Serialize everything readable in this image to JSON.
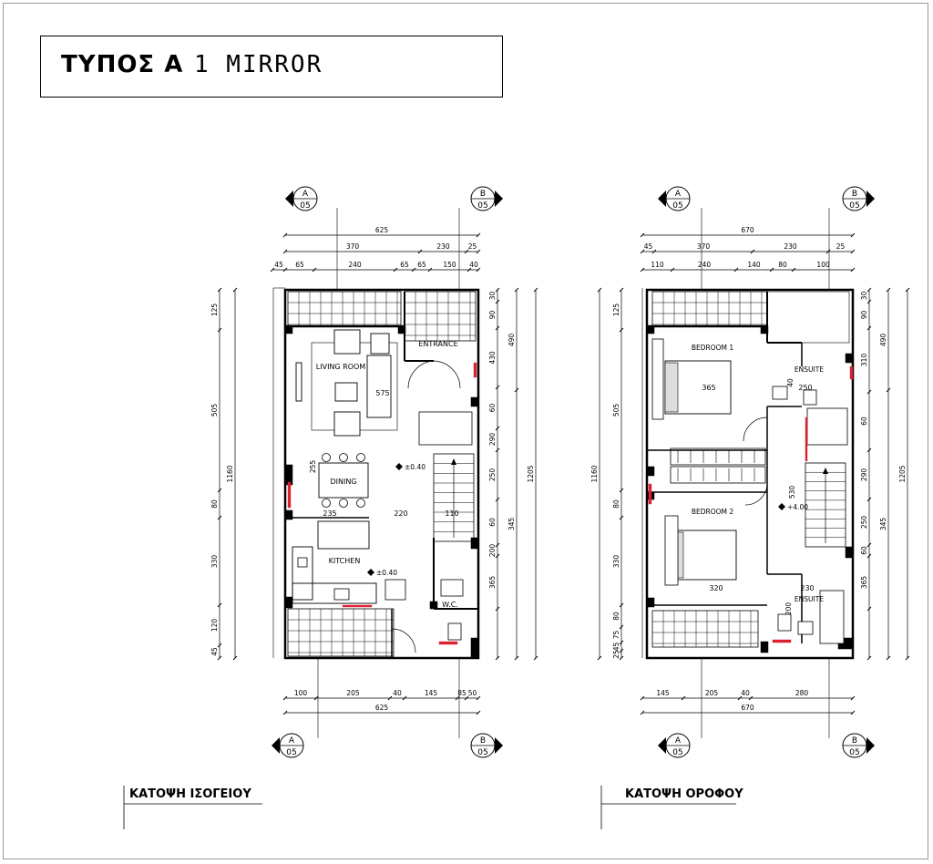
{
  "title": {
    "main": "ΤΥΠΟΣ Α",
    "sub": "1 MIRROR"
  },
  "captions": {
    "ground": "ΚΑΤΟΨΗ ΙΣΟΓΕΙΟΥ",
    "upper": "ΚΑΤΟΨΗ ΟΡΟΦΟΥ"
  },
  "section_markers": {
    "a_letter": "A",
    "b_letter": "B",
    "sheet": "05"
  },
  "ground": {
    "top_total": "625",
    "top_row2": [
      "370",
      "230",
      "25"
    ],
    "top_row3": [
      "45",
      "65",
      "240",
      "65",
      "65",
      "150",
      "40"
    ],
    "bottom_row1": [
      "100",
      "205",
      "40",
      "145",
      "85",
      "50"
    ],
    "bottom_total": "625",
    "left_total": "1160",
    "left_parts": [
      "125",
      "505",
      "80",
      "330",
      "120",
      "45"
    ],
    "right_a": [
      "30",
      "90",
      "430",
      "490",
      "60",
      "290",
      "250",
      "60",
      "200",
      "365"
    ],
    "right_b": [
      "1205",
      "345"
    ],
    "rooms": [
      "LIVING ROOM",
      "ENTRANCE",
      "DINING",
      "KITCHEN",
      "W.C."
    ],
    "inner_dims": [
      "575",
      "255",
      "235",
      "220",
      "110"
    ],
    "levels": [
      "±0.40",
      "±0.40"
    ]
  },
  "upper": {
    "top_total": "670",
    "top_row2": [
      "45",
      "370",
      "230",
      "25"
    ],
    "top_row3": [
      "110",
      "240",
      "140",
      "80",
      "100"
    ],
    "bottom_row1": [
      "145",
      "205",
      "40",
      "280"
    ],
    "bottom_total": "670",
    "left_total": "1160",
    "left_parts": [
      "125",
      "505",
      "80",
      "330",
      "80",
      "75",
      "45",
      "25"
    ],
    "right_a": [
      "30",
      "90",
      "310",
      "490",
      "60",
      "290",
      "250",
      "60",
      "365"
    ],
    "right_b": [
      "1205",
      "345"
    ],
    "rooms": [
      "BEDROOM 1",
      "ENSUITE",
      "BEDROOM 2",
      "ENSUITE"
    ],
    "inner_dims": [
      "365",
      "250",
      "40",
      "530",
      "320",
      "230",
      "200"
    ],
    "levels": [
      "+4.00"
    ]
  }
}
